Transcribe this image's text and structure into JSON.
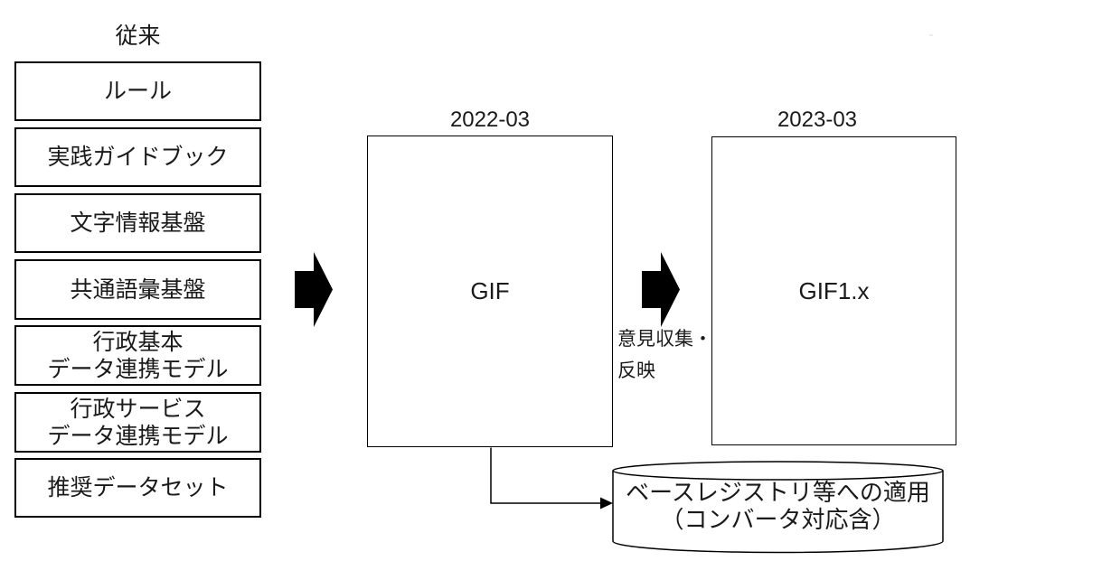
{
  "colors": {
    "line": "#000000",
    "fill": "#ffffff",
    "text": "#1a1a1a"
  },
  "legacy": {
    "title": "従来",
    "items": [
      {
        "lines": [
          "ルール"
        ]
      },
      {
        "lines": [
          "実践ガイドブック"
        ]
      },
      {
        "lines": [
          "文字情報基盤"
        ]
      },
      {
        "lines": [
          "共通語彙基盤"
        ]
      },
      {
        "lines": [
          "行政基本",
          "データ連携モデル"
        ]
      },
      {
        "lines": [
          "行政サービス",
          "データ連携モデル"
        ]
      },
      {
        "lines": [
          "推奨データセット"
        ]
      }
    ]
  },
  "flow": {
    "stage1": {
      "date": "2022-03",
      "label": "GIF"
    },
    "stage2": {
      "date": "2023-03",
      "label": "GIF1.x"
    },
    "transition_caption": {
      "line1": "意見収集・",
      "line2": "反映"
    },
    "database": {
      "line1": "ベースレジストリ等への適用",
      "line2": "（コンバータ対応含）"
    }
  }
}
